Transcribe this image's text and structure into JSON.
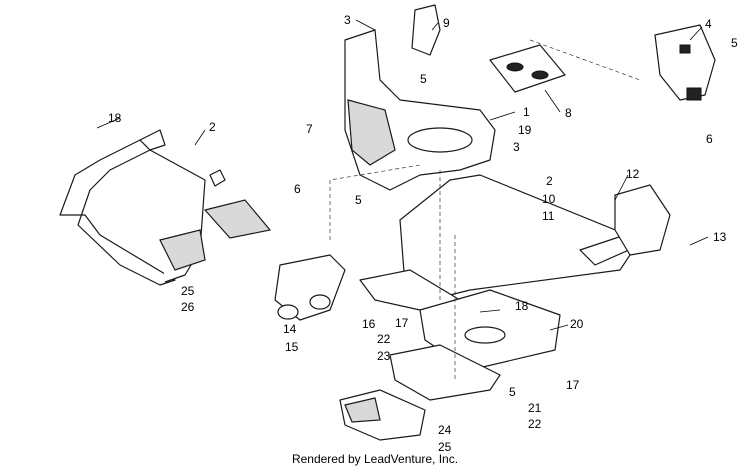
{
  "callouts": [
    {
      "id": "c1",
      "text": "1"
    },
    {
      "id": "c2a",
      "text": "2"
    },
    {
      "id": "c2b",
      "text": "2"
    },
    {
      "id": "c3a",
      "text": "3"
    },
    {
      "id": "c3b",
      "text": "3"
    },
    {
      "id": "c4",
      "text": "4"
    },
    {
      "id": "c5a",
      "text": "5"
    },
    {
      "id": "c5b",
      "text": "5"
    },
    {
      "id": "c5c",
      "text": "5"
    },
    {
      "id": "c5d",
      "text": "5"
    },
    {
      "id": "c6a",
      "text": "6"
    },
    {
      "id": "c6b",
      "text": "6"
    },
    {
      "id": "c7",
      "text": "7"
    },
    {
      "id": "c8",
      "text": "8"
    },
    {
      "id": "c9",
      "text": "9"
    },
    {
      "id": "c10",
      "text": "10"
    },
    {
      "id": "c11",
      "text": "11"
    },
    {
      "id": "c12",
      "text": "12"
    },
    {
      "id": "c13",
      "text": "13"
    },
    {
      "id": "c14",
      "text": "14"
    },
    {
      "id": "c15",
      "text": "15"
    },
    {
      "id": "c16",
      "text": "16"
    },
    {
      "id": "c17a",
      "text": "17"
    },
    {
      "id": "c17b",
      "text": "17"
    },
    {
      "id": "c18a",
      "text": "18"
    },
    {
      "id": "c18b",
      "text": "18"
    },
    {
      "id": "c19",
      "text": "19"
    },
    {
      "id": "c20",
      "text": "20"
    },
    {
      "id": "c21",
      "text": "21"
    },
    {
      "id": "c22a",
      "text": "22"
    },
    {
      "id": "c22b",
      "text": "22"
    },
    {
      "id": "c23",
      "text": "23"
    },
    {
      "id": "c24",
      "text": "24"
    },
    {
      "id": "c25a",
      "text": "25"
    },
    {
      "id": "c25b",
      "text": "25"
    },
    {
      "id": "c26",
      "text": "26"
    }
  ],
  "credit": "Rendered by LeadVenture, Inc."
}
